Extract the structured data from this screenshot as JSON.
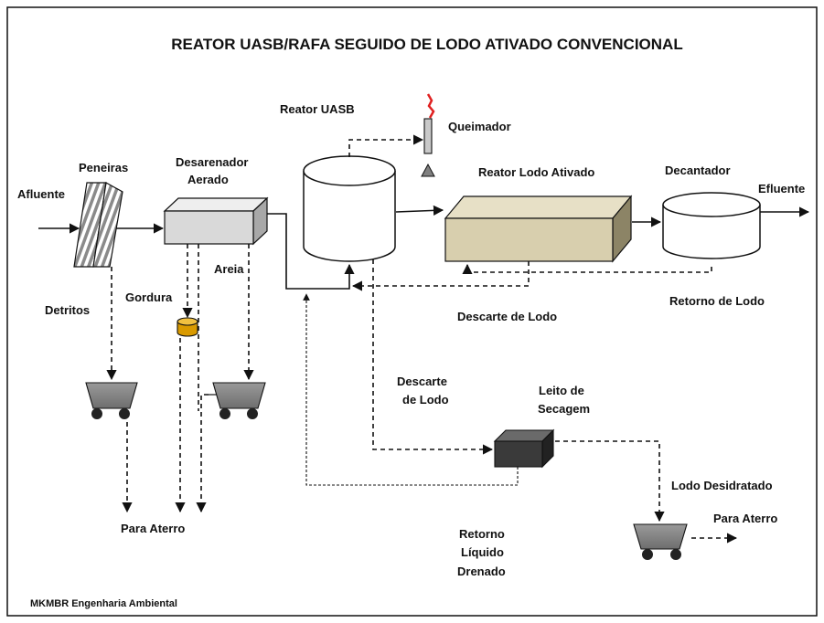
{
  "title": "REATOR UASB/RAFA SEGUIDO DE LODO ATIVADO CONVENCIONAL",
  "credit": "MKMBR Engenharia Ambiental",
  "labels": {
    "afluente": "Afluente",
    "peneiras": "Peneiras",
    "desarenador_1": "Desarenador",
    "desarenador_2": "Aerado",
    "reator_uasb": "Reator UASB",
    "queimador": "Queimador",
    "reator_lodo_ativado": "Reator Lodo Ativado",
    "decantador": "Decantador",
    "efluente": "Efluente",
    "detritos": "Detritos",
    "gordura": "Gordura",
    "areia": "Areia",
    "retorno_de_lodo": "Retorno de Lodo",
    "descarte_de_lodo_1": "Descarte de Lodo",
    "descarte_de_lodo_2a": "Descarte",
    "descarte_de_lodo_2b": "de Lodo",
    "leito_1": "Leito de",
    "leito_2": "Secagem",
    "lodo_desidratado": "Lodo Desidratado",
    "para_aterro_1": "Para Aterro",
    "para_aterro_2": "Para Aterro",
    "retorno_liquido_1": "Retorno",
    "retorno_liquido_2": "Líquido",
    "retorno_liquido_3": "Drenado"
  },
  "colors": {
    "screen_hatch": "#8a8a8a",
    "grit_box": "#d9d9d9",
    "activated_sludge_box": "#d8cfae",
    "grease_container": "#d99a00",
    "drying_bed": "#3a3a3a",
    "cart": "#808080",
    "flame": "#e02020"
  }
}
